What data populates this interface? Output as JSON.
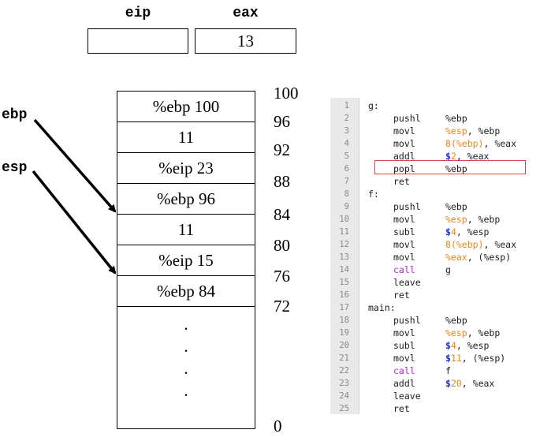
{
  "registers": {
    "eip": {
      "label": "eip",
      "value": ""
    },
    "eax": {
      "label": "eax",
      "value": "13"
    }
  },
  "pointers": {
    "ebp": {
      "label": "ebp"
    },
    "esp": {
      "label": "esp"
    }
  },
  "stack": {
    "cells": [
      "%ebp 100",
      "11",
      "%eip 23",
      "%ebp 96",
      "11",
      "%eip 15",
      "%ebp 84"
    ],
    "ellipsis": [
      ".",
      ".",
      ".",
      "."
    ],
    "addresses": [
      "100",
      "96",
      "92",
      "88",
      "84",
      "80",
      "76",
      "72",
      "0"
    ]
  },
  "code": {
    "highlighted_line": 6,
    "line_numbers": [
      "1",
      "2",
      "3",
      "4",
      "5",
      "6",
      "7",
      "8",
      "9",
      "10",
      "11",
      "12",
      "13",
      "14",
      "15",
      "16",
      "17",
      "18",
      "19",
      "20",
      "21",
      "22",
      "23",
      "24",
      "25"
    ],
    "lines": [
      {
        "label": "g:"
      },
      {
        "mn": "pushl",
        "ops": [
          {
            "t": "%ebp"
          }
        ]
      },
      {
        "mn": "movl",
        "ops": [
          {
            "t": "%esp",
            "c": "orange"
          },
          {
            "t": ", %ebp"
          }
        ]
      },
      {
        "mn": "movl",
        "ops": [
          {
            "t": "8",
            "c": "orange"
          },
          {
            "t": "(%ebp)",
            "c": "orange"
          },
          {
            "t": ", %eax"
          }
        ]
      },
      {
        "mn": "addl",
        "ops": [
          {
            "t": "$",
            "c": "blue"
          },
          {
            "t": "2",
            "c": "orange"
          },
          {
            "t": ", %eax"
          }
        ]
      },
      {
        "mn": "popl",
        "ops": [
          {
            "t": "%ebp"
          }
        ]
      },
      {
        "mn": "ret",
        "ops": []
      },
      {
        "label": "f:"
      },
      {
        "mn": "pushl",
        "ops": [
          {
            "t": "%ebp"
          }
        ]
      },
      {
        "mn": "movl",
        "ops": [
          {
            "t": "%esp",
            "c": "orange"
          },
          {
            "t": ", %ebp"
          }
        ]
      },
      {
        "mn": "subl",
        "ops": [
          {
            "t": "$",
            "c": "blue"
          },
          {
            "t": "4",
            "c": "orange"
          },
          {
            "t": ", %esp"
          }
        ]
      },
      {
        "mn": "movl",
        "ops": [
          {
            "t": "8",
            "c": "orange"
          },
          {
            "t": "(%ebp)",
            "c": "orange"
          },
          {
            "t": ", %eax"
          }
        ]
      },
      {
        "mn": "movl",
        "ops": [
          {
            "t": "%eax",
            "c": "orange"
          },
          {
            "t": ", (%esp)"
          }
        ]
      },
      {
        "mn": "call",
        "mc": "purple",
        "ops": [
          {
            "t": "g"
          }
        ]
      },
      {
        "mn": "leave",
        "ops": []
      },
      {
        "mn": "ret",
        "ops": []
      },
      {
        "label": "main:"
      },
      {
        "mn": "pushl",
        "ops": [
          {
            "t": "%ebp"
          }
        ]
      },
      {
        "mn": "movl",
        "ops": [
          {
            "t": "%esp",
            "c": "orange"
          },
          {
            "t": ", %ebp"
          }
        ]
      },
      {
        "mn": "subl",
        "ops": [
          {
            "t": "$",
            "c": "blue"
          },
          {
            "t": "4",
            "c": "orange"
          },
          {
            "t": ", %esp"
          }
        ]
      },
      {
        "mn": "movl",
        "ops": [
          {
            "t": "$",
            "c": "blue"
          },
          {
            "t": "11",
            "c": "orange"
          },
          {
            "t": ", (%esp)"
          }
        ]
      },
      {
        "mn": "call",
        "mc": "purple",
        "ops": [
          {
            "t": "f"
          }
        ]
      },
      {
        "mn": "addl",
        "ops": [
          {
            "t": "$",
            "c": "blue"
          },
          {
            "t": "20",
            "c": "orange"
          },
          {
            "t": ", %eax"
          }
        ]
      },
      {
        "mn": "leave",
        "ops": []
      },
      {
        "mn": "ret",
        "ops": []
      }
    ]
  },
  "colors": {
    "highlight_border": "#e04545",
    "operand_orange": "#e8861a",
    "immediate_blue": "#1e2fd0",
    "call_purple": "#b326c8"
  }
}
